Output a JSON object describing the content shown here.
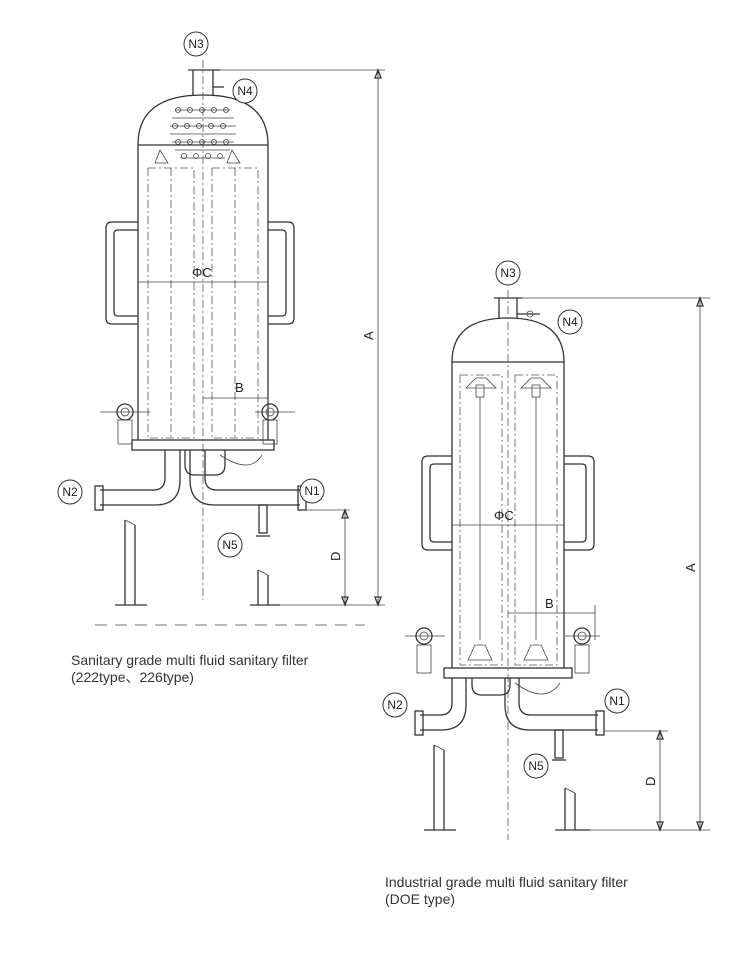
{
  "drawings": [
    {
      "id": "sanitary",
      "labels": {
        "n1": "N1",
        "n2": "N2",
        "n3": "N3",
        "n4": "N4",
        "n5": "N5",
        "dim_a": "A",
        "dim_b": "B",
        "dim_c": "ΦC",
        "dim_d": "D"
      },
      "caption_line1": "Sanitary grade multi fluid sanitary filter",
      "caption_line2": "(222type、226type)"
    },
    {
      "id": "industrial",
      "labels": {
        "n1": "N1",
        "n2": "N2",
        "n3": "N3",
        "n4": "N4",
        "n5": "N5",
        "dim_a": "A",
        "dim_b": "B",
        "dim_c": "ΦC",
        "dim_d": "D"
      },
      "caption_line1": "Industrial grade multi fluid sanitary filter",
      "caption_line2": "(DOE type)"
    }
  ]
}
